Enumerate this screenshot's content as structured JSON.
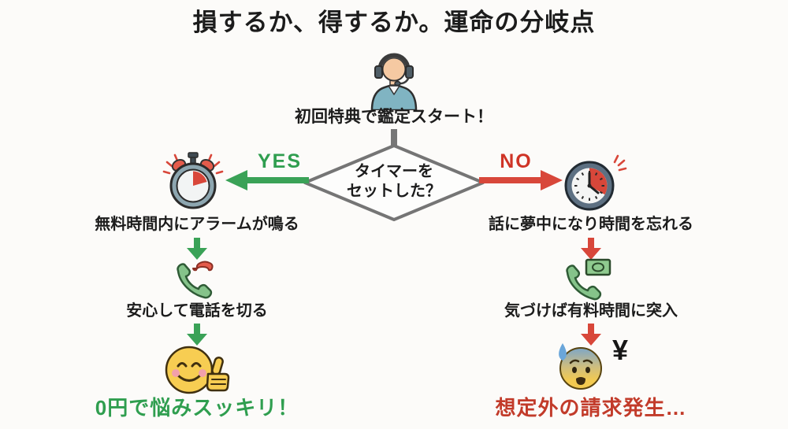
{
  "title": "損するか、得するか。運命の分岐点",
  "colors": {
    "green": "#2f9e4f",
    "red": "#cf3426",
    "gray": "#777777"
  },
  "start": {
    "icon": "operator-headset-icon",
    "caption": "初回特典で鑑定スタート！"
  },
  "decision": {
    "line1": "タイマーを",
    "line2": "セットした？"
  },
  "branches": {
    "yes": {
      "label": "YES",
      "icon": "alarm-stopwatch-icon",
      "steps": [
        "無料時間内にアラームが鳴る",
        "安心して電話を切る"
      ],
      "step_icons": [
        "phone-hangup-icon",
        "smiley-thumbs-up-icon"
      ],
      "result": "0円で悩みスッキリ！"
    },
    "no": {
      "label": "NO",
      "icon": "overtime-clock-icon",
      "steps": [
        "話に夢中になり時間を忘れる",
        "気づけば有料時間に突入"
      ],
      "step_icons": [
        "phone-money-icon",
        "anxious-sweat-face-icon"
      ],
      "yen": "¥",
      "result": "想定外の請求発生…"
    }
  }
}
